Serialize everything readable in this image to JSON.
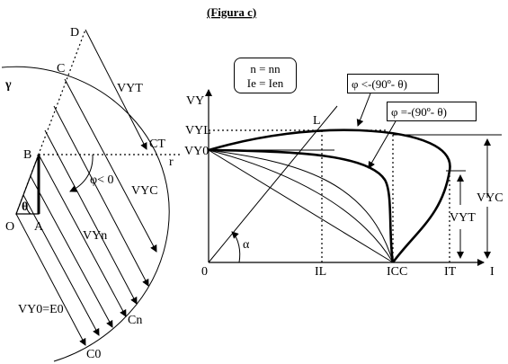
{
  "title": "(Figura c)",
  "condition_box": {
    "line1": "n = nn",
    "line2": "Ie = Ien"
  },
  "callouts": {
    "phi_less": "φ <-(90º- θ)",
    "phi_equal": "φ =-(90º- θ)"
  },
  "left_diagram": {
    "points": [
      "D",
      "C",
      "B",
      "O",
      "A",
      "CT",
      "Cn",
      "C0"
    ],
    "labels": {
      "gamma": "γ",
      "r": "r",
      "theta": "θ",
      "phi": "φ< 0",
      "VYT": "VYT",
      "VYC": "VYC",
      "VYn": "VYn",
      "VY0": "VY0=E0"
    }
  },
  "right_diagram": {
    "y_axis": "VY",
    "x_axis": "I",
    "origin": "0",
    "y_ticks": [
      "VYL",
      "VY0"
    ],
    "x_ticks": [
      "IL",
      "ICC",
      "IT"
    ],
    "point_L": "L",
    "alpha": "α",
    "dims": {
      "VYC": "VYC",
      "VYT": "VYT"
    }
  }
}
